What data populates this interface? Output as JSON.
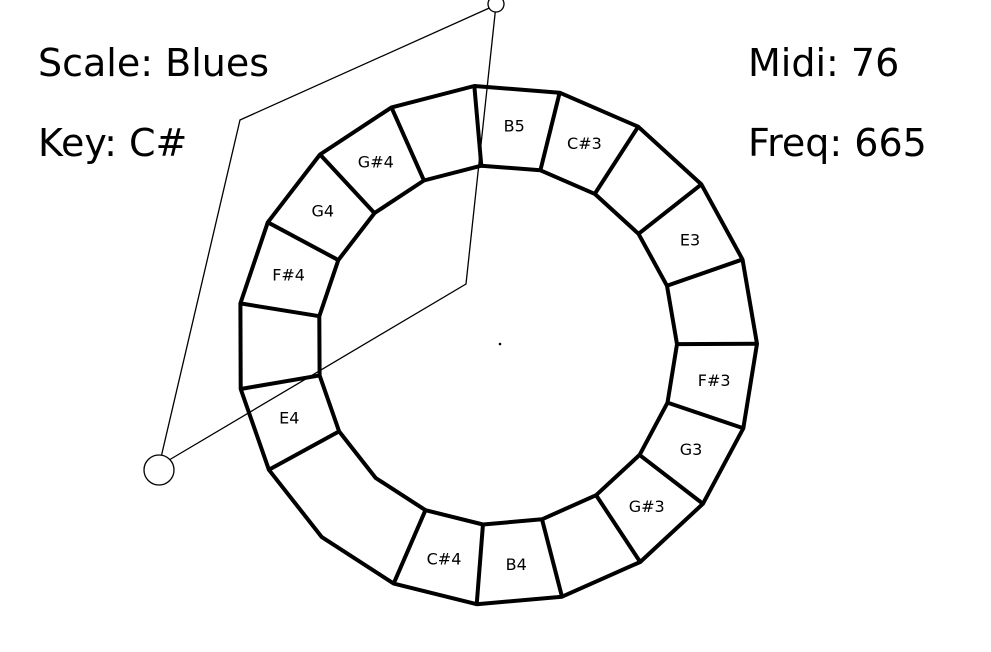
{
  "readouts": {
    "scale": "Scale: Blues",
    "key": "Key: C#",
    "midi": "Midi: 76",
    "freq": "Freq: 665"
  },
  "ring": {
    "segments": [
      {
        "label": "B5"
      },
      {
        "label": "C#3"
      },
      {
        "label": ""
      },
      {
        "label": "E3"
      },
      {
        "label": ""
      },
      {
        "label": "F#3"
      },
      {
        "label": "G3"
      },
      {
        "label": "G#3"
      },
      {
        "label": ""
      },
      {
        "label": "B4"
      },
      {
        "label": "C#4"
      },
      {
        "label": ""
      },
      {
        "label": ""
      },
      {
        "label": "E4"
      },
      {
        "label": ""
      },
      {
        "label": "F#4"
      },
      {
        "label": "G4"
      },
      {
        "label": "G#4"
      },
      {
        "label": ""
      }
    ]
  },
  "colors": {
    "background": "#ffffff",
    "stroke": "#000000"
  }
}
